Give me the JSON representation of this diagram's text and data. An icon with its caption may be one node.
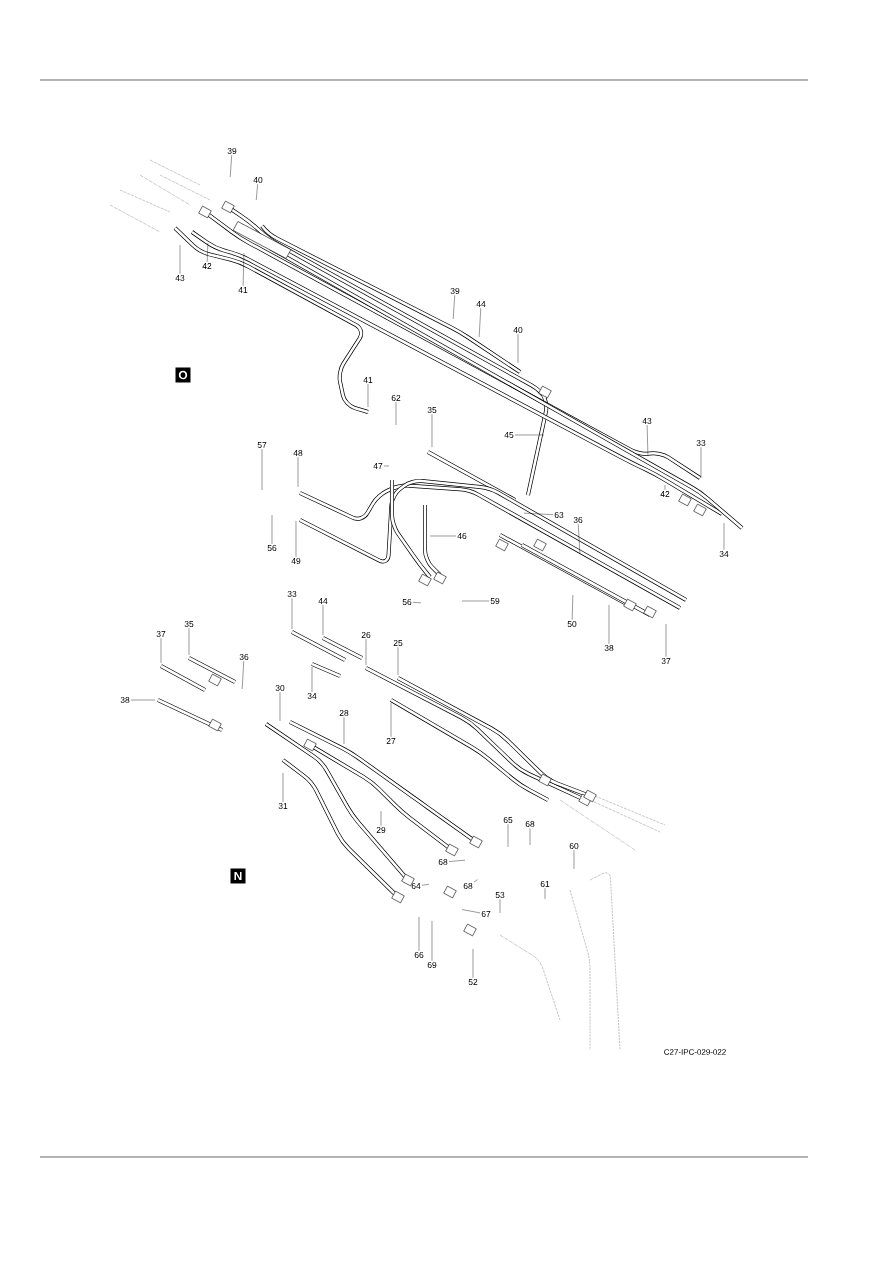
{
  "diagram": {
    "nodes": [
      {
        "text": [
          "39"
        ]
      },
      {
        "text": [
          "40"
        ]
      },
      {
        "text": [
          "43"
        ]
      },
      {
        "text": [
          "42"
        ]
      },
      {
        "text": [
          "41"
        ]
      },
      {
        "text": [
          "39"
        ]
      },
      {
        "text": [
          "44"
        ]
      },
      {
        "text": [
          "40"
        ]
      },
      {
        "text": [
          "41"
        ]
      },
      {
        "text": [
          "62"
        ]
      },
      {
        "text": [
          "35"
        ]
      },
      {
        "text": [
          "45"
        ]
      },
      {
        "text": [
          "43"
        ]
      },
      {
        "text": [
          "33"
        ]
      },
      {
        "text": [
          "42"
        ]
      },
      {
        "text": [
          "34"
        ]
      },
      {
        "text": [
          "57"
        ]
      },
      {
        "text": [
          "48"
        ]
      },
      {
        "text": [
          "47"
        ]
      },
      {
        "text": [
          "63"
        ]
      },
      {
        "text": [
          "36"
        ]
      },
      {
        "text": [
          "46"
        ]
      },
      {
        "text": [
          "56"
        ]
      },
      {
        "text": [
          "49"
        ]
      },
      {
        "text": [
          "56"
        ]
      },
      {
        "text": [
          "59"
        ]
      },
      {
        "text": [
          "50"
        ]
      },
      {
        "text": [
          "38"
        ]
      },
      {
        "text": [
          "37"
        ]
      },
      {
        "text": [
          "33"
        ]
      },
      {
        "text": [
          "44"
        ]
      },
      {
        "text": [
          "26"
        ]
      },
      {
        "text": [
          "25"
        ]
      },
      {
        "text": [
          "37"
        ]
      },
      {
        "text": [
          "35"
        ]
      },
      {
        "text": [
          "36"
        ]
      },
      {
        "text": [
          "30"
        ]
      },
      {
        "text": [
          "38"
        ]
      },
      {
        "text": [
          "34"
        ]
      },
      {
        "text": [
          "28"
        ]
      },
      {
        "text": [
          "27"
        ]
      },
      {
        "text": [
          "31"
        ]
      },
      {
        "text": [
          "29"
        ]
      },
      {
        "text": [
          "65"
        ]
      },
      {
        "text": [
          "68"
        ]
      },
      {
        "text": [
          "60"
        ]
      },
      {
        "text": [
          "68"
        ]
      },
      {
        "text": [
          "61"
        ]
      },
      {
        "text": [
          "68"
        ]
      },
      {
        "text": [
          "64"
        ]
      },
      {
        "text": [
          "53"
        ]
      },
      {
        "text": [
          "67"
        ]
      },
      {
        "text": [
          "66"
        ]
      },
      {
        "text": [
          "69"
        ]
      },
      {
        "text": [
          "52"
        ]
      }
    ],
    "edges": [
      {
        "from": 0,
        "to": null,
        "arrow": "none"
      },
      {
        "from": 1,
        "to": null,
        "arrow": "none"
      },
      {
        "from": 2,
        "to": null,
        "arrow": "none"
      },
      {
        "from": 3,
        "to": null,
        "arrow": "none"
      },
      {
        "from": 4,
        "to": null,
        "arrow": "none"
      },
      {
        "from": 5,
        "to": null,
        "arrow": "none"
      },
      {
        "from": 6,
        "to": null,
        "arrow": "none"
      },
      {
        "from": 7,
        "to": null,
        "arrow": "none"
      },
      {
        "from": 8,
        "to": null,
        "arrow": "none"
      },
      {
        "from": 9,
        "to": null,
        "arrow": "none"
      },
      {
        "from": 10,
        "to": null,
        "arrow": "none"
      },
      {
        "from": 11,
        "to": null,
        "arrow": "none"
      },
      {
        "from": 12,
        "to": null,
        "arrow": "none"
      },
      {
        "from": 13,
        "to": null,
        "arrow": "none"
      },
      {
        "from": 14,
        "to": null,
        "arrow": "none"
      },
      {
        "from": 15,
        "to": null,
        "arrow": "none"
      },
      {
        "from": 16,
        "to": null,
        "arrow": "none"
      },
      {
        "from": 17,
        "to": null,
        "arrow": "none"
      },
      {
        "from": 18,
        "to": null,
        "arrow": "none"
      },
      {
        "from": 19,
        "to": null,
        "arrow": "none"
      },
      {
        "from": 20,
        "to": null,
        "arrow": "none"
      },
      {
        "from": 21,
        "to": null,
        "arrow": "none"
      },
      {
        "from": 22,
        "to": null,
        "arrow": "none"
      },
      {
        "from": 23,
        "to": null,
        "arrow": "none"
      },
      {
        "from": 24,
        "to": null,
        "arrow": "none"
      },
      {
        "from": 25,
        "to": null,
        "arrow": "none"
      },
      {
        "from": 26,
        "to": null,
        "arrow": "none"
      },
      {
        "from": 27,
        "to": null,
        "arrow": "none"
      },
      {
        "from": 28,
        "to": null,
        "arrow": "none"
      },
      {
        "from": 29,
        "to": null,
        "arrow": "none"
      },
      {
        "from": 30,
        "to": null,
        "arrow": "none"
      },
      {
        "from": 31,
        "to": null,
        "arrow": "none"
      },
      {
        "from": 32,
        "to": null,
        "arrow": "none"
      },
      {
        "from": 33,
        "to": null,
        "arrow": "none"
      },
      {
        "from": 34,
        "to": null,
        "arrow": "none"
      },
      {
        "from": 35,
        "to": null,
        "arrow": "none"
      },
      {
        "from": 36,
        "to": null,
        "arrow": "none"
      },
      {
        "from": 37,
        "to": null,
        "arrow": "none"
      },
      {
        "from": 38,
        "to": null,
        "arrow": "none"
      },
      {
        "from": 39,
        "to": null,
        "arrow": "none"
      },
      {
        "from": 40,
        "to": null,
        "arrow": "none"
      },
      {
        "from": 41,
        "to": null,
        "arrow": "none"
      },
      {
        "from": 42,
        "to": null,
        "arrow": "none"
      },
      {
        "from": 43,
        "to": null,
        "arrow": "none"
      },
      {
        "from": 44,
        "to": null,
        "arrow": "none"
      },
      {
        "from": 45,
        "to": null,
        "arrow": "none"
      },
      {
        "from": 46,
        "to": null,
        "arrow": "none"
      },
      {
        "from": 47,
        "to": null,
        "arrow": "none"
      },
      {
        "from": 48,
        "to": null,
        "arrow": "none"
      },
      {
        "from": 49,
        "to": null,
        "arrow": "none"
      },
      {
        "from": 50,
        "to": null,
        "arrow": "none"
      },
      {
        "from": 51,
        "to": null,
        "arrow": "none"
      },
      {
        "from": 52,
        "to": null,
        "arrow": "none"
      },
      {
        "from": 53,
        "to": null,
        "arrow": "none"
      },
      {
        "from": 54,
        "to": null,
        "arrow": "none"
      }
    ],
    "labels": [
      "O",
      "N",
      "C27-IPC-029-022"
    ]
  }
}
